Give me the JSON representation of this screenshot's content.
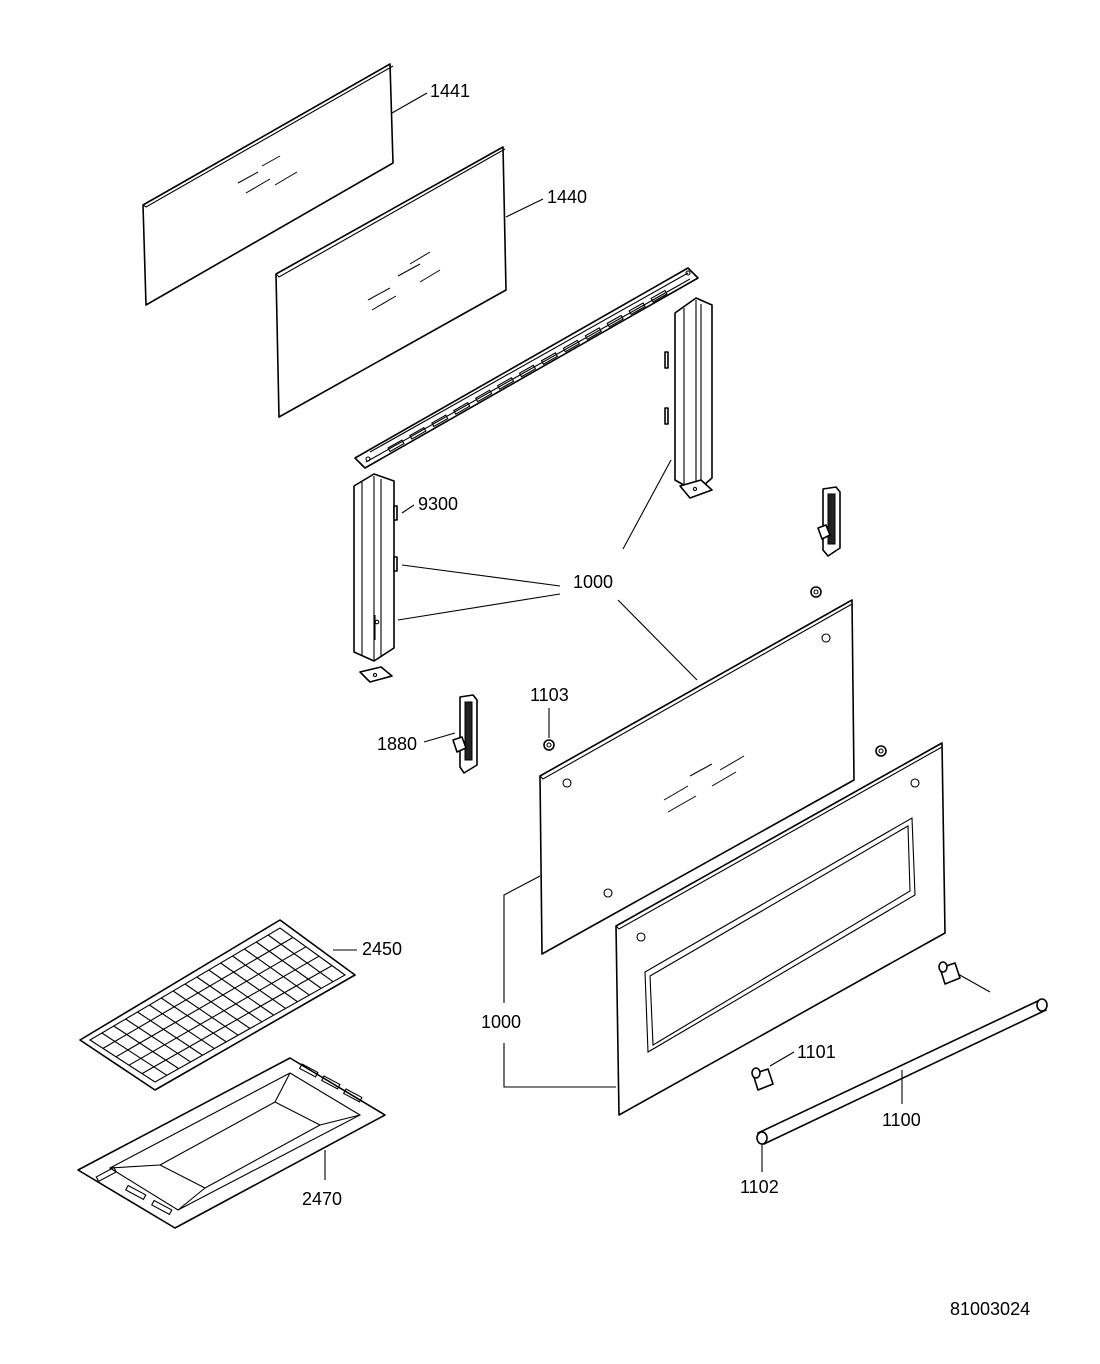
{
  "diagram": {
    "document_number": "81003024",
    "callouts": [
      {
        "id": "c1441",
        "text": "1441"
      },
      {
        "id": "c1440",
        "text": "1440"
      },
      {
        "id": "c9300",
        "text": "9300"
      },
      {
        "id": "c1000a",
        "text": "1000"
      },
      {
        "id": "c1103",
        "text": "1103"
      },
      {
        "id": "c1880",
        "text": "1880"
      },
      {
        "id": "c2450",
        "text": "2450"
      },
      {
        "id": "c1000b",
        "text": "1000"
      },
      {
        "id": "c1101",
        "text": "1101"
      },
      {
        "id": "c1100",
        "text": "1100"
      },
      {
        "id": "c1102",
        "text": "1102"
      },
      {
        "id": "c2470",
        "text": "2470"
      }
    ]
  }
}
